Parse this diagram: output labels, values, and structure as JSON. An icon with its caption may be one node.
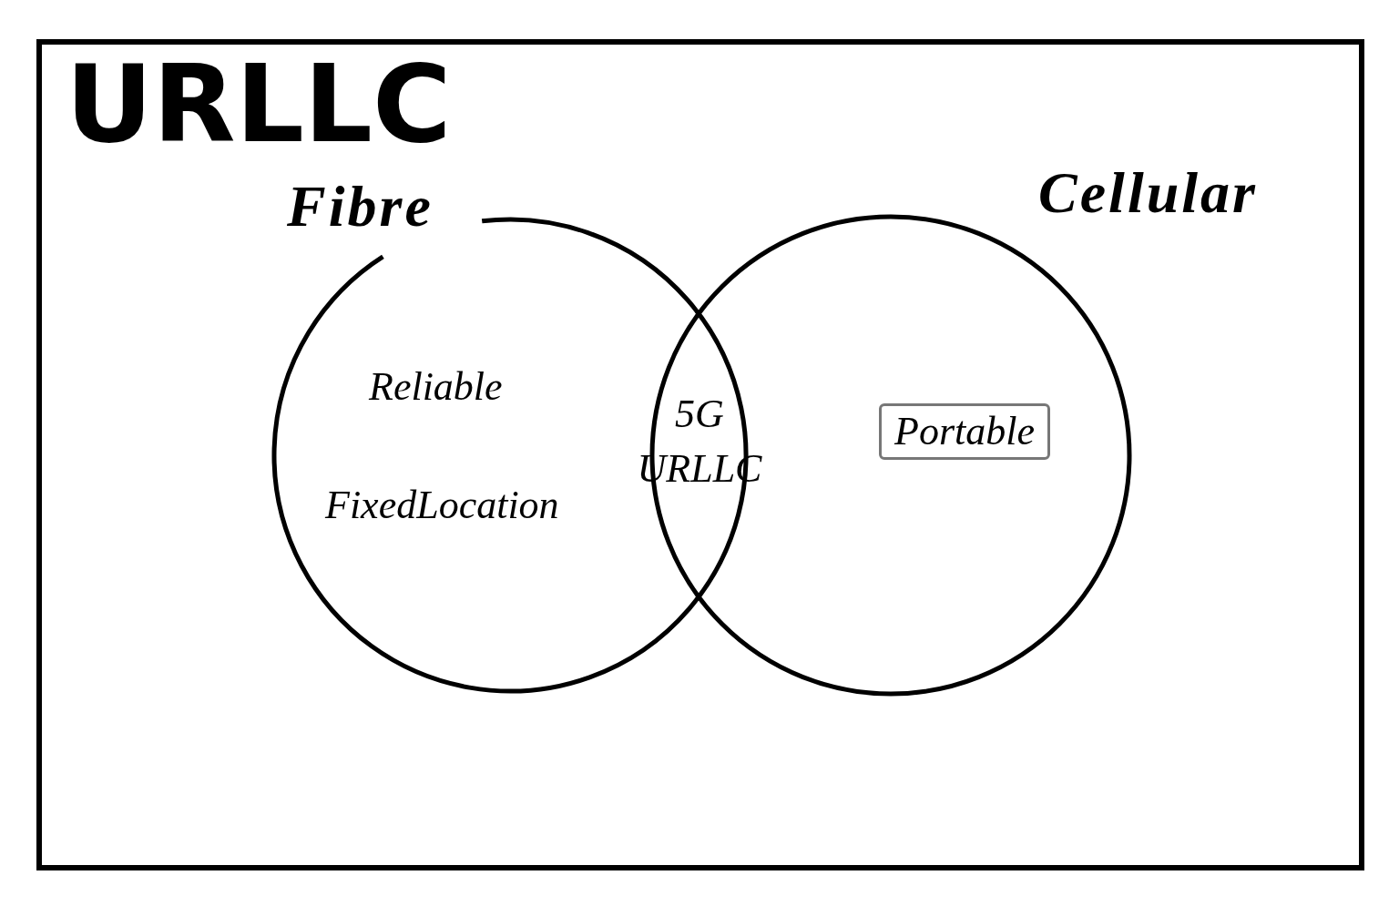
{
  "diagram": {
    "title": "URLLC",
    "nodes": [
      {
        "text": [
          "Fibre",
          "Reliable",
          "FixedLocation"
        ]
      },
      {
        "text": [
          "Cellular"
        ]
      },
      {
        "text": [
          "Portable"
        ],
        "in": 1
      }
    ],
    "edges": [],
    "labels": [
      "5G URLLC"
    ]
  }
}
